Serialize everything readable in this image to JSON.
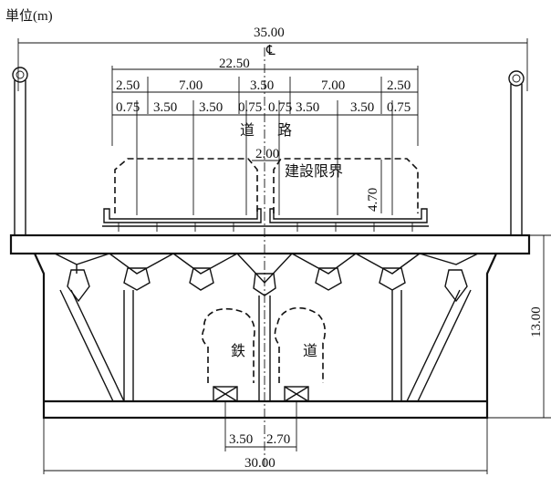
{
  "unit_label": "単位(m)",
  "centerline_mark": "℄",
  "dimensions": {
    "total_width": "35.00",
    "road_width": "22.50",
    "top_row": [
      "2.50",
      "7.00",
      "3.50",
      "7.00",
      "2.50"
    ],
    "lane_row": [
      "0.75",
      "3.50",
      "3.50",
      "0.75",
      "0.75",
      "3.50",
      "3.50",
      "0.75"
    ],
    "median": "2.00",
    "clearance_height": "4.70",
    "truss_height": "13.00",
    "rail_left": "3.50",
    "rail_right": "2.70",
    "bottom_width": "30.00"
  },
  "labels": {
    "road_1": "道",
    "road_2": "路",
    "clearance": "建設限界",
    "rail_1": "鉄",
    "rail_2": "道"
  }
}
